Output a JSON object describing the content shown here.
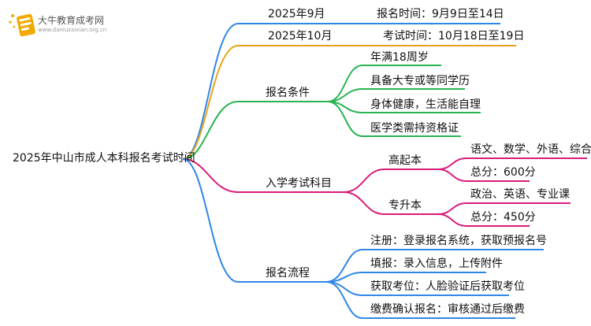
{
  "logo": {
    "name": "大牛教育成考网",
    "url": "www.daniuzaixian.org.cn",
    "icon": "notebook-icon"
  },
  "root": "2025年中山市成人本科报名考试时间",
  "schedule": [
    {
      "date": "2025年9月",
      "info": "报名时间：9月9日至14日"
    },
    {
      "date": "2025年10月",
      "info": "考试时间：10月18日至19日"
    }
  ],
  "conditions": {
    "label": "报名条件",
    "items": [
      "年满18周岁",
      "具备大专或等同学历",
      "身体健康，生活能自理",
      "医学类需持资格证"
    ]
  },
  "subjects": {
    "label": "入学考试科目",
    "gqb": {
      "label": "高起本",
      "items": [
        "语文、数学、外语、综合",
        "总分：600分"
      ]
    },
    "zsb": {
      "label": "专升本",
      "items": [
        "政治、英语、专业课",
        "总分：450分"
      ]
    }
  },
  "process": {
    "label": "报名流程",
    "items": [
      "注册：登录报名系统，获取预报名号",
      "填报：录入信息，上传附件",
      "获取考位：人脸验证后获取考位",
      "缴费确认报名：审核通过后缴费"
    ]
  },
  "colors": {
    "blue": "#2f86e8",
    "orange": "#e8a317",
    "green": "#27b350",
    "magenta": "#d81b79",
    "text": "#111111"
  }
}
